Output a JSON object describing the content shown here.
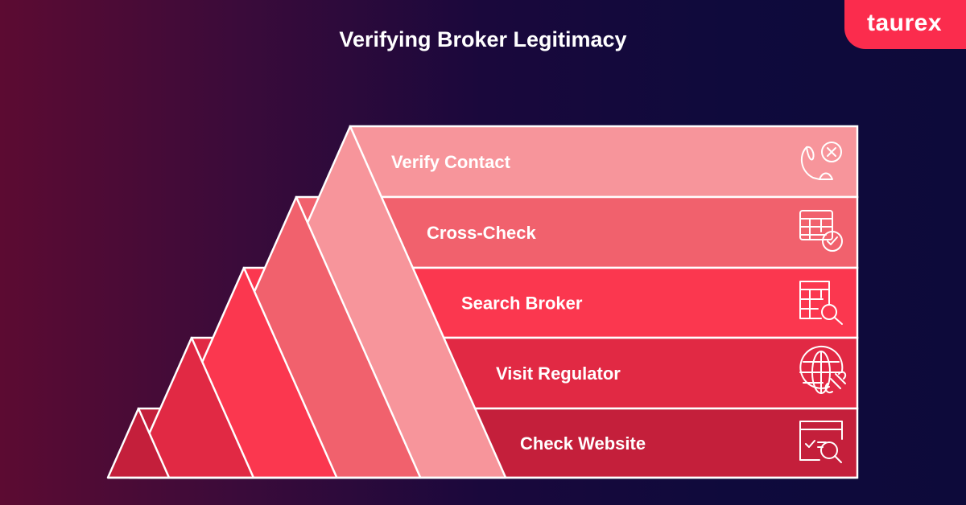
{
  "title": "Verifying Broker Legitimacy",
  "brand": {
    "name": "taurex",
    "color": "#fb2c4d"
  },
  "steps": [
    {
      "label": "Verify Contact",
      "color": "#f7959b",
      "icon": "phone-x-icon"
    },
    {
      "label": "Cross-Check",
      "color": "#f1616d",
      "icon": "table-check-icon"
    },
    {
      "label": "Search Broker",
      "color": "#fb374f",
      "icon": "table-search-icon"
    },
    {
      "label": "Visit Regulator",
      "color": "#e12944",
      "icon": "globe-broken-link-icon"
    },
    {
      "label": "Check Website",
      "color": "#c41f3b",
      "icon": "browser-search-icon"
    }
  ]
}
